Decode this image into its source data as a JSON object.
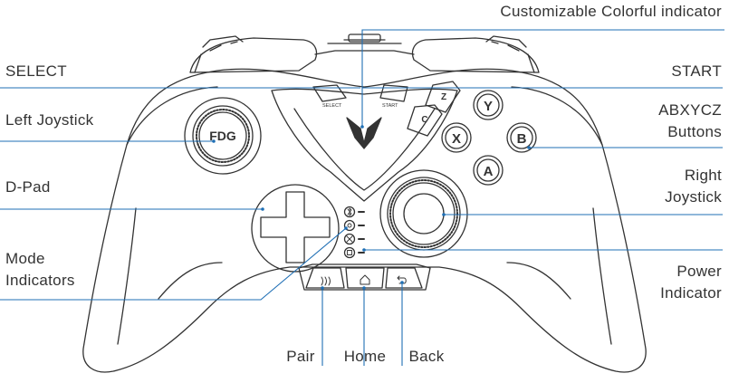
{
  "labels": {
    "indicator": "Customizable Colorful indicator",
    "select": "SELECT",
    "start": "START",
    "left_joystick": "Left Joystick",
    "abxycz_line1": "ABXYCZ",
    "abxycz_line2": "Buttons",
    "dpad": "D-Pad",
    "right_joystick_line1": "Right",
    "right_joystick_line2": "Joystick",
    "mode_line1": "Mode",
    "mode_line2": "Indicators",
    "power_line1": "Power",
    "power_line2": "Indicator",
    "pair": "Pair",
    "home": "Home",
    "back": "Back"
  },
  "controller": {
    "select_button_text": "SELECT",
    "start_button_text": "START",
    "joystick_logo": "FDG",
    "face_buttons": [
      "Y",
      "X",
      "B",
      "A"
    ],
    "shoulder_buttons": [
      "Z",
      "C"
    ]
  },
  "colors": {
    "callout_line": "#1f6fb5",
    "outline": "#333333"
  },
  "icons": {
    "pair": "wave-icon",
    "home": "house-icon",
    "back": "return-arrow-icon",
    "mode_indicators": [
      "bluetooth-icon",
      "gear-icon",
      "x-icon",
      "square-icon"
    ]
  }
}
